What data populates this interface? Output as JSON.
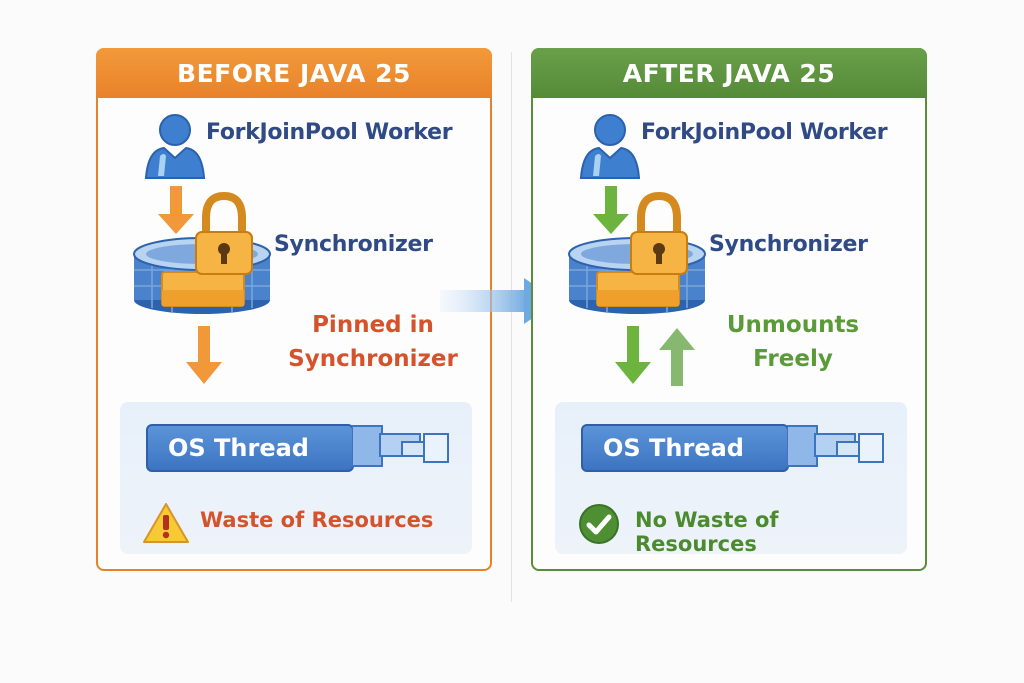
{
  "before": {
    "header": "BEFORE JAVA 25",
    "worker_label": "ForkJoinPool Worker",
    "synchronizer_label": "Synchronizer",
    "status_line1": "Pinned in",
    "status_line2": "Synchronizer",
    "os_thread_label": "OS Thread",
    "result_label": "Waste of Resources",
    "result_icon": "warning-icon",
    "accent_color": "#e8822a"
  },
  "after": {
    "header": "AFTER JAVA 25",
    "worker_label": "ForkJoinPool Worker",
    "synchronizer_label": "Synchronizer",
    "status_line1": "Unmounts",
    "status_line2": "Freely",
    "os_thread_label": "OS Thread",
    "result_label": "No Waste of Resources",
    "result_icon": "check-circle-icon",
    "accent_color": "#5a8c3c"
  },
  "transition_icon": "right-arrow-icon"
}
